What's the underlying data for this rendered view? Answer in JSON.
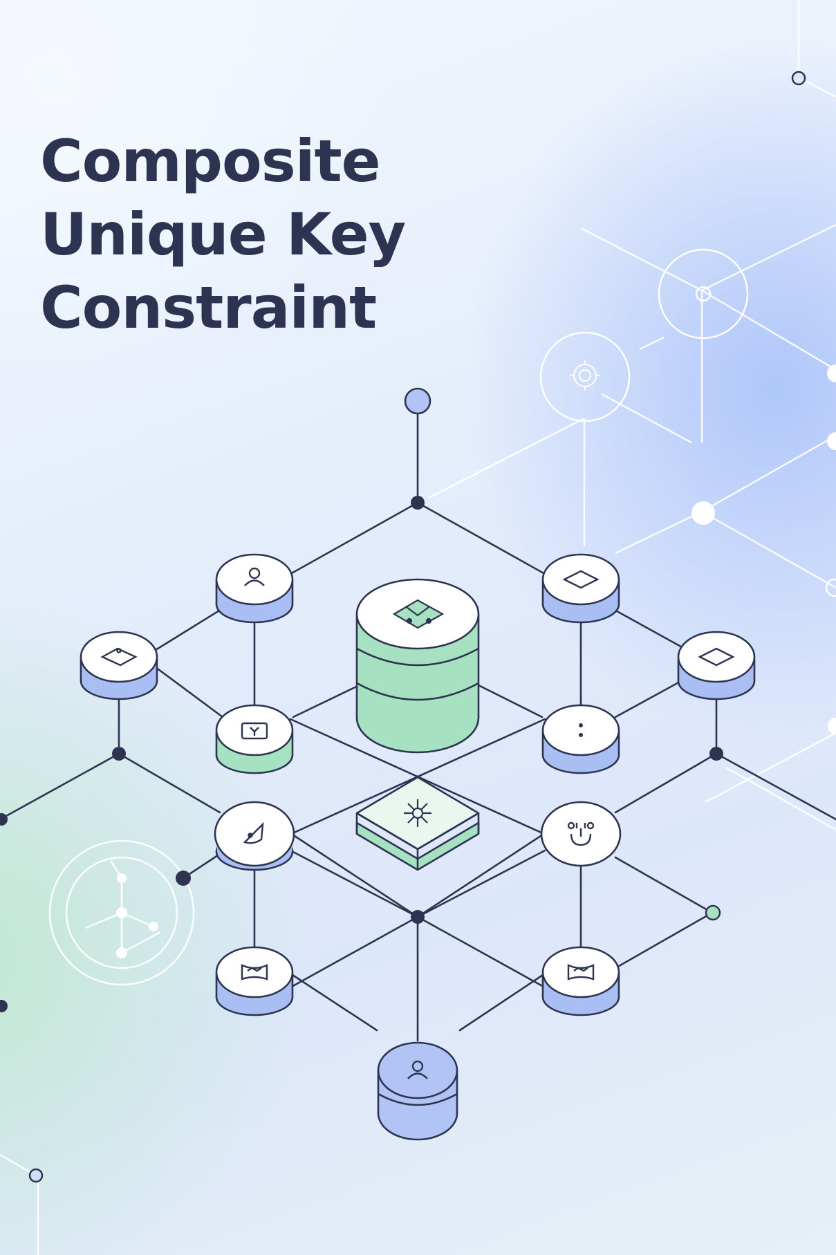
{
  "title": {
    "lines": [
      "Composite",
      "Unique Key",
      "Constraint"
    ]
  },
  "colors": {
    "ink": "#2c3451",
    "node_face": "#ffffff",
    "blue_side": "#a9bef3",
    "blue_solid": "#b1c4f5",
    "green_side": "#a6e2c1",
    "green_top": "#dff3e7",
    "background_line": "#ffffff"
  },
  "icons": {
    "central_database": "tag-icon",
    "rule_block": "starburst-icon",
    "top_left_node": "user-icon",
    "top_right_node": "diamond-icon",
    "far_left_node": "tag-icon",
    "far_right_node": "diamond-icon",
    "mid_left_node": "document-icon",
    "mid_right_node": "dots-icon",
    "lower_left_node": "cone-icon",
    "lower_right_node": "bell-icon",
    "bottom_left_node": "scroll-icon",
    "bottom_right_node": "scroll-icon",
    "bottom_database": "user-icon"
  }
}
